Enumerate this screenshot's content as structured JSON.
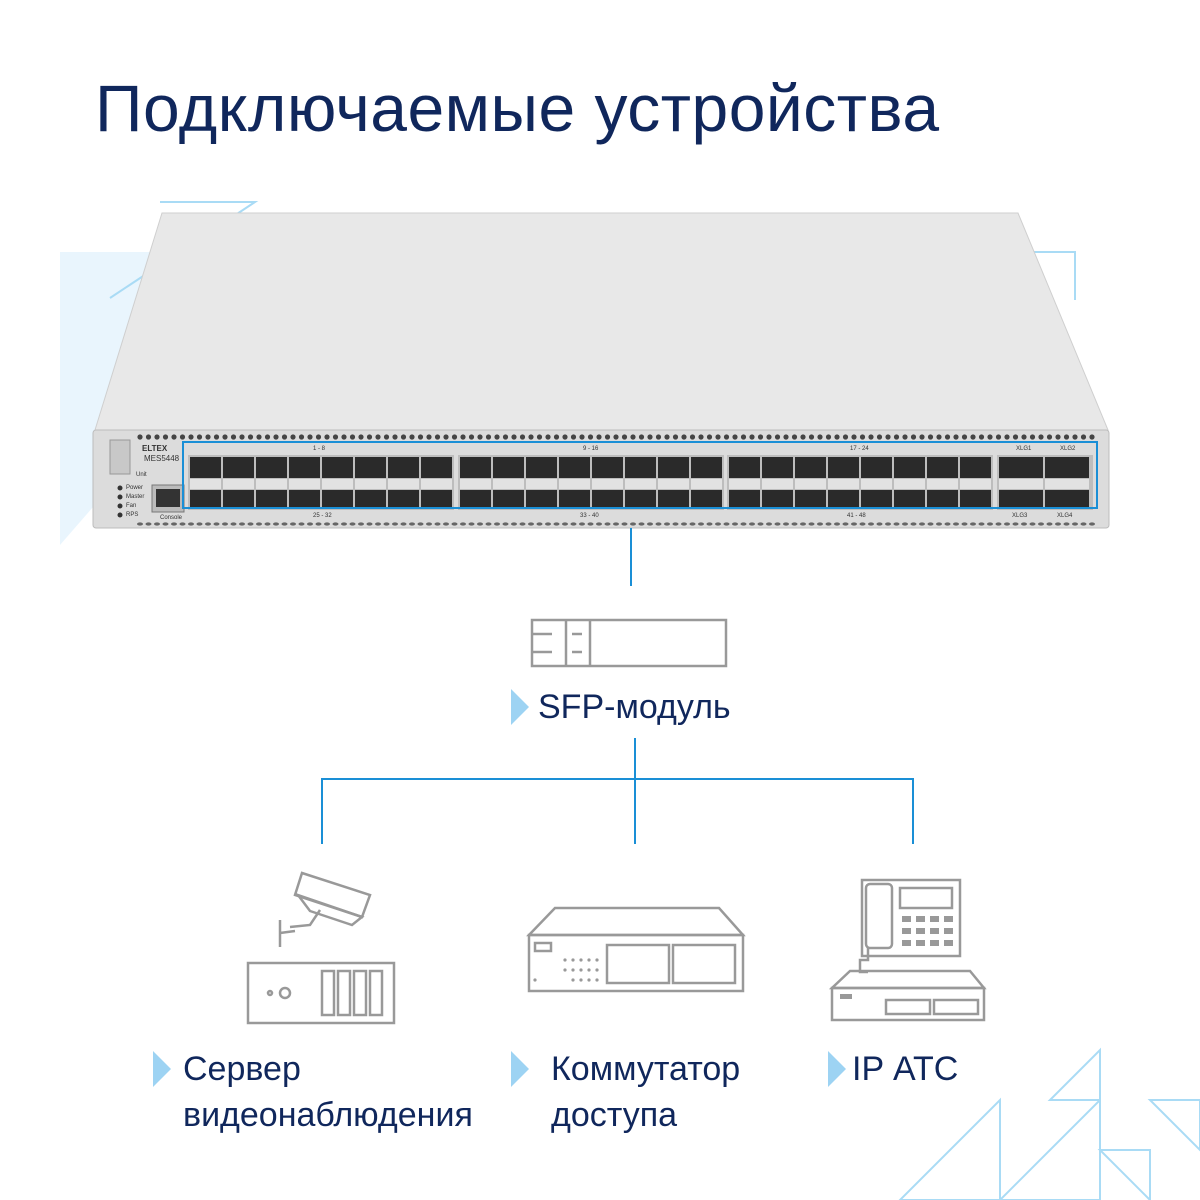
{
  "title": "Подключаемые устройства",
  "switch": {
    "brand": "ELTEX",
    "model": "MES5448",
    "unit_label": "Unit",
    "leds": [
      "Power",
      "Master",
      "Fan",
      "RPS"
    ],
    "console_label": "Console",
    "port_groups_top": [
      "1 - 8",
      "9 - 16",
      "17 - 24"
    ],
    "port_groups_bottom": [
      "25 - 32",
      "33 - 40",
      "41 - 48"
    ],
    "qsfp_labels": [
      "XLG1",
      "XLG2",
      "XLG3",
      "XLG4"
    ]
  },
  "sfp_label": "SFP-модуль",
  "devices": [
    {
      "line1": "Сервер",
      "line2": "видеонаблюдения"
    },
    {
      "line1": "Коммутатор",
      "line2": "доступа"
    },
    {
      "line1": "IP АТС",
      "line2": ""
    }
  ],
  "colors": {
    "title": "#10275c",
    "accent": "#1a8fd6",
    "arrow": "#9dd3f3"
  }
}
